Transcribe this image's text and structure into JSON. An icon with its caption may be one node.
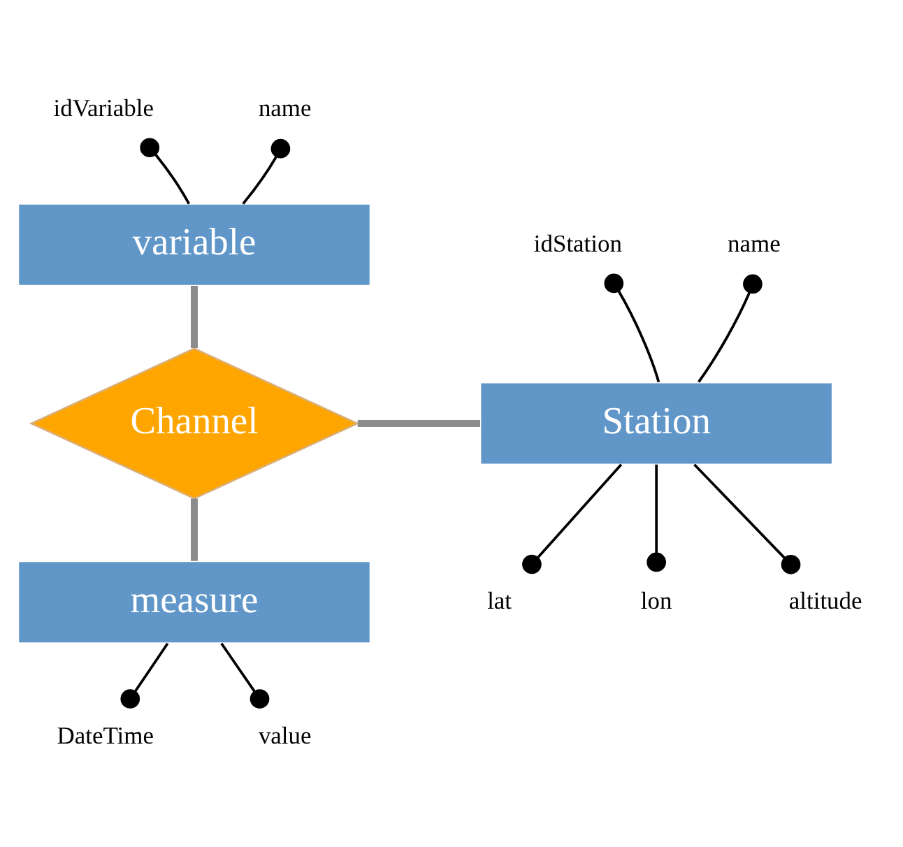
{
  "diagram": {
    "nodes": [
      {
        "text": [
          "idVariable"
        ]
      },
      {
        "text": [
          "name"
        ]
      },
      {
        "text": [
          "variable"
        ]
      },
      {
        "text": [
          "idStation"
        ]
      },
      {
        "text": [
          "name"
        ]
      },
      {
        "text": [
          "Station"
        ]
      },
      {
        "text": [
          "Channel"
        ]
      },
      {
        "text": [
          "lat"
        ]
      },
      {
        "text": [
          "lon"
        ]
      },
      {
        "text": [
          "altitude"
        ]
      },
      {
        "text": [
          "measure"
        ]
      },
      {
        "text": [
          "DateTime"
        ]
      },
      {
        "text": [
          "value"
        ]
      }
    ],
    "edges": [
      {
        "from": 2,
        "to": 0,
        "arrow": "other"
      },
      {
        "from": 2,
        "to": 1,
        "arrow": "other"
      },
      {
        "from": 5,
        "to": 3,
        "arrow": "other"
      },
      {
        "from": 5,
        "to": 4,
        "arrow": "other"
      },
      {
        "from": 5,
        "to": 6,
        "arrow": "none",
        "style": "thick",
        "color": "#8c8c8c"
      },
      {
        "from": 2,
        "to": 6,
        "arrow": "none",
        "style": "thick",
        "color": "#8c8c8c"
      },
      {
        "from": 5,
        "to": 7,
        "arrow": "other"
      },
      {
        "from": 5,
        "to": 8,
        "arrow": "other"
      },
      {
        "from": 5,
        "to": 9,
        "arrow": "other"
      },
      {
        "from": 6,
        "to": 10,
        "arrow": "none",
        "style": "thick",
        "color": "#8c8c8c"
      },
      {
        "from": 10,
        "to": 11,
        "arrow": "other"
      },
      {
        "from": 10,
        "to": 12,
        "arrow": "other"
      }
    ]
  }
}
